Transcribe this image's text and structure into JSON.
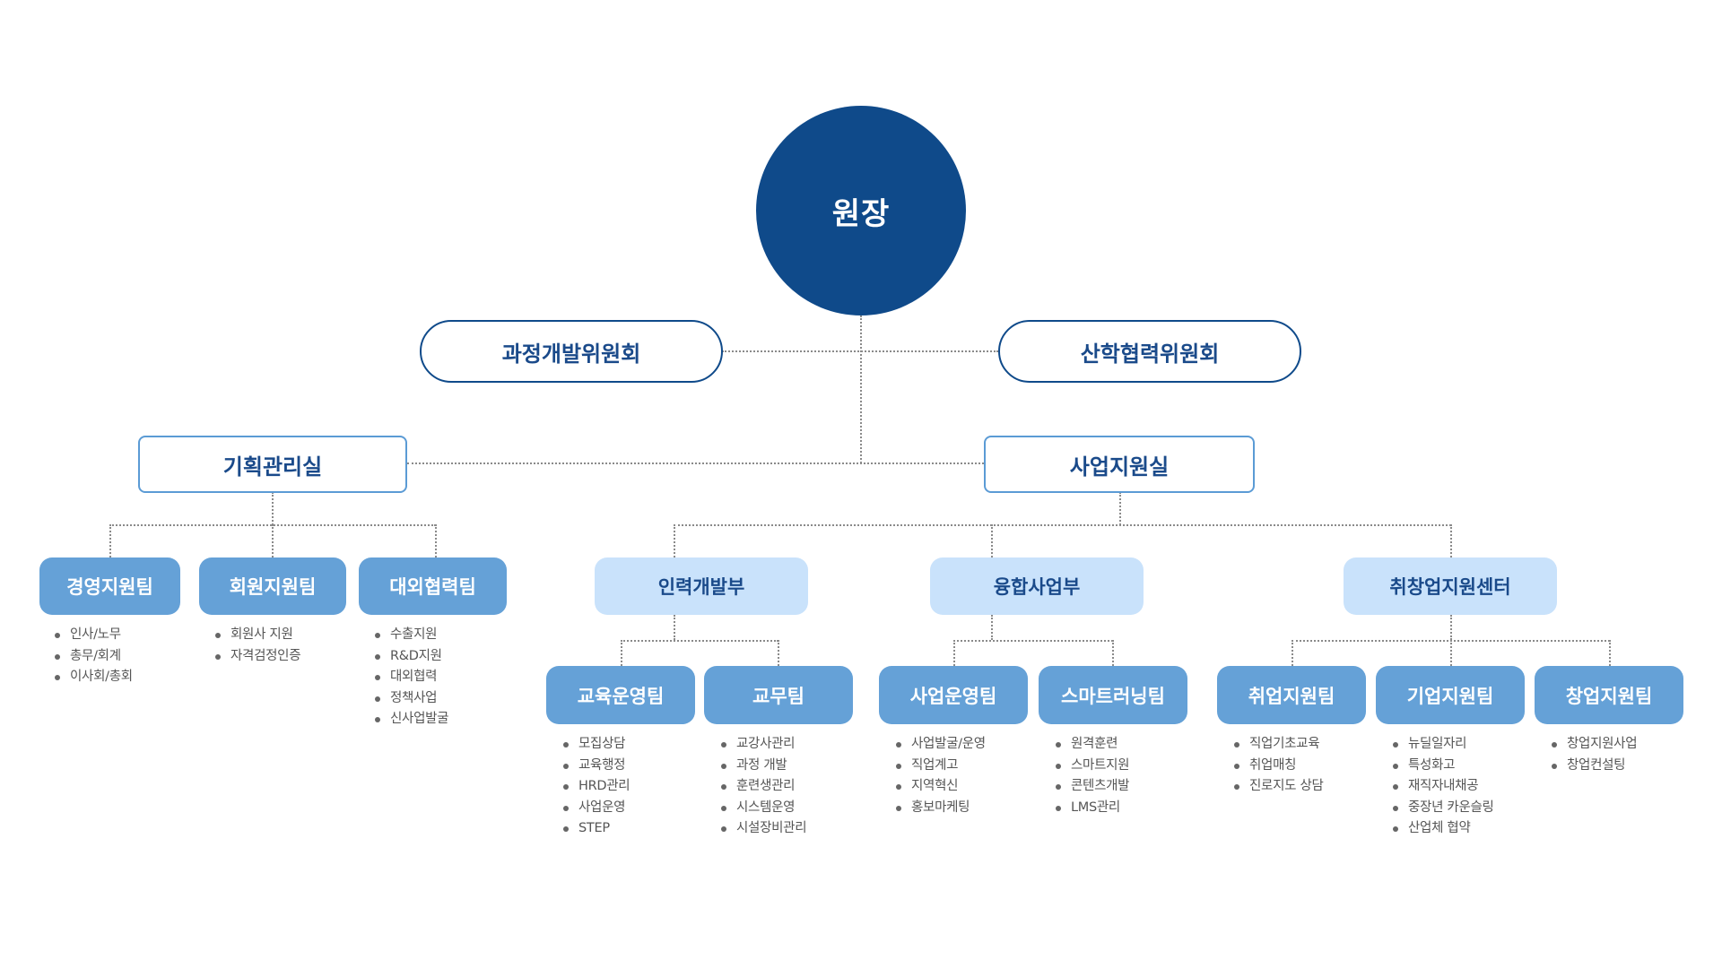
{
  "chart": {
    "ceo": "원장",
    "committees": [
      {
        "label": "과정개발위원회"
      },
      {
        "label": "산학협력위원회"
      }
    ],
    "offices": [
      {
        "label": "기획관리실",
        "teams": [
          {
            "label": "경영지원팀",
            "duties": [
              "인사/노무",
              "총무/회계",
              "이사회/총회"
            ]
          },
          {
            "label": "회원지원팀",
            "duties": [
              "회원사 지원",
              "자격검정인증"
            ]
          },
          {
            "label": "대외협력팀",
            "duties": [
              "수출지원",
              "R&D지원",
              "대외협력",
              "정책사업",
              "신사업발굴"
            ]
          }
        ]
      },
      {
        "label": "사업지원실",
        "divisions": [
          {
            "label": "인력개발부",
            "teams": [
              {
                "label": "교육운영팀",
                "duties": [
                  "모집상담",
                  "교육행정",
                  "HRD관리",
                  "사업운영",
                  "STEP"
                ]
              },
              {
                "label": "교무팀",
                "duties": [
                  "교강사관리",
                  "과정 개발",
                  "훈련생관리",
                  "시스템운영",
                  "시설장비관리"
                ]
              }
            ]
          },
          {
            "label": "융합사업부",
            "teams": [
              {
                "label": "사업운영팀",
                "duties": [
                  "사업발굴/운영",
                  "직업계고",
                  "지역혁신",
                  "홍보마케팅"
                ]
              },
              {
                "label": "스마트러닝팀",
                "duties": [
                  "원격훈련",
                  "스마트지원",
                  "콘텐츠개발",
                  "LMS관리"
                ]
              }
            ]
          },
          {
            "label": "취창업지원센터",
            "teams": [
              {
                "label": "취업지원팀",
                "duties": [
                  "직업기초교육",
                  "취업매칭",
                  "진로지도 상담"
                ]
              },
              {
                "label": "기업지원팀",
                "duties": [
                  "뉴딜일자리",
                  "특성화고",
                  "재직자내채공",
                  "중장년 카운슬링",
                  "산업체 협약"
                ]
              },
              {
                "label": "창업지원팀",
                "duties": [
                  "창업지원사업",
                  "창업컨설팅"
                ]
              }
            ]
          }
        ]
      }
    ]
  },
  "colors": {
    "ceo_fill": "#0f4a8a",
    "committee_border": "#0f4a8a",
    "office_border": "#5b9bd5",
    "division_fill": "#c9e2fb",
    "team_fill": "#65a1d7",
    "text_dark_blue": "#1a4a8a",
    "connector": "#8a8a8a",
    "duty_text": "#555555"
  }
}
